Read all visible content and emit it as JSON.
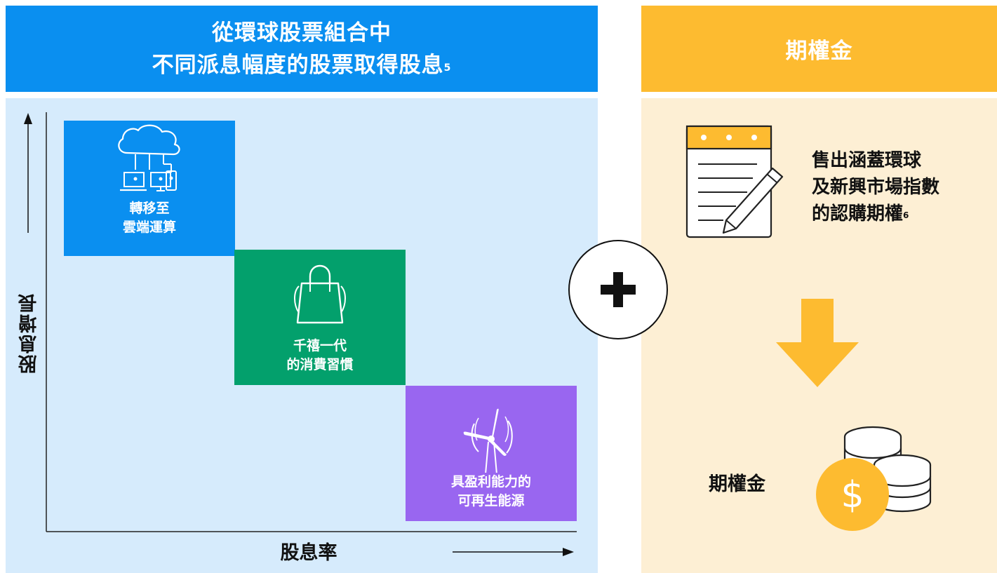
{
  "left_panel": {
    "title_line1": "從環球股票組合中",
    "title_line2": "不同派息幅度的股票取得股息",
    "title_sup": "5",
    "y_axis_label": "股息增長",
    "x_axis_label": "股息率",
    "tiles": [
      {
        "line1": "轉移至",
        "line2": "雲端運算",
        "icon": "cloud-devices-icon",
        "color": "#0a8ff0"
      },
      {
        "line1": "千禧一代",
        "line2": "的消費習慣",
        "icon": "handbag-icon",
        "color": "#03a06c"
      },
      {
        "line1": "具盈利能力的",
        "line2": "可再生能源",
        "icon": "wind-turbine-icon",
        "color": "#9966f0"
      }
    ]
  },
  "right_panel": {
    "title": "期權金",
    "note_line1": "售出涵蓋環球",
    "note_line2": "及新興市場指數",
    "note_line3": "的認購期權",
    "note_sup": "6",
    "premium_label": "期權金",
    "icons": [
      "notepad-pencil-icon",
      "down-arrow-icon",
      "coins-dollar-icon"
    ]
  },
  "colors": {
    "blue": "#0a8ff0",
    "green": "#03a06c",
    "purple": "#9966f0",
    "gold": "#fdbb30",
    "light_blue": "#d6ebfc",
    "light_gold": "#fdefd4"
  }
}
